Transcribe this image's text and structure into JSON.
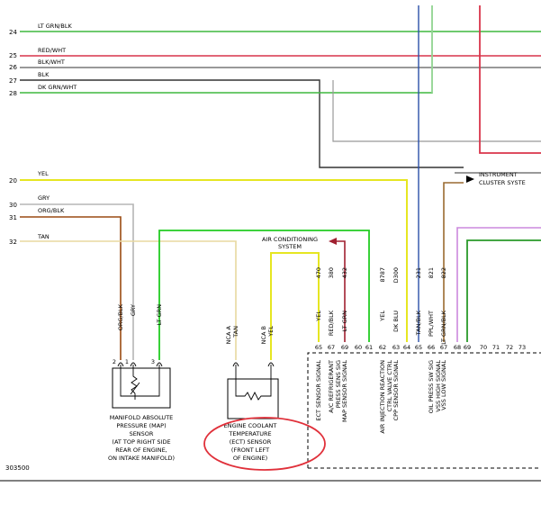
{
  "left_circuits": [
    {
      "num": "24",
      "label": "LT GRN/BLK",
      "color": "#3fb93f"
    },
    {
      "num": "25",
      "label": "RED/WHT",
      "color": "#d9344a"
    },
    {
      "num": "26",
      "label": "BLK/WHT",
      "color": "#333333"
    },
    {
      "num": "27",
      "label": "BLK",
      "color": "#333333"
    },
    {
      "num": "28",
      "label": "DK GRN/WHT",
      "color": "#3fb93f"
    },
    {
      "num": "20",
      "label": "YEL",
      "color": "#e6e622"
    },
    {
      "num": "30",
      "label": "GRY",
      "color": "#b5b5b5"
    },
    {
      "num": "31",
      "label": "ORG/BLK",
      "color": "#9a4a12"
    },
    {
      "num": "32",
      "label": "TAN",
      "color": "#e8d8a0"
    }
  ],
  "instrument_cluster": "INSTRUMENT\nCLUSTER SYSTE",
  "ac_system": "AIR CONDITIONING\nSYSTEM",
  "map_sensor": {
    "wire_labels": [
      "ORG/BLK",
      "GRY",
      "LT GRN"
    ],
    "pins": [
      "2",
      "1",
      "3"
    ],
    "caption": "MANIFOLD ABSOLUTE\nPRESSURE (MAP)\nSENSOR\n(AT TOP RIGHT SIDE\nREAR OF ENGINE,\nON INTAKE MANIFOLD)"
  },
  "ect_sensor": {
    "wire_labels": [
      "TAN",
      "YEL"
    ],
    "pins": [
      "NCA A",
      "NCA B"
    ],
    "caption": "ENGINE COOLANT\nTEMPERATURE\n(ECT) SENSOR\n(FRONT LEFT\nOF ENGINE)"
  },
  "pcm_wires": [
    {
      "circuit": "470",
      "color_label": "YEL",
      "pin": "65",
      "signal": "ECT SENSOR SIGNAL"
    },
    {
      "circuit": "380",
      "color_label": "RED/BLK",
      "pin": "67",
      "signal": "A/C REFRIGERANT\nPRESS SENS SIG"
    },
    {
      "circuit": "432",
      "color_label": "LT GRN",
      "pin": "69",
      "signal": "MAP SENSOR SIGNAL"
    },
    {
      "circuit": "",
      "color_label": "",
      "pin": "60",
      "signal": ""
    },
    {
      "circuit": "",
      "color_label": "",
      "pin": "61",
      "signal": ""
    },
    {
      "circuit": "8787",
      "color_label": "YEL",
      "pin": "62",
      "signal": "AIR INJECTION REACTION\nCTRL VALVE CTRL"
    },
    {
      "circuit": "D300",
      "color_label": "DK BLU",
      "pin": "63",
      "signal": "CPP SENSOR SIGNAL"
    },
    {
      "circuit": "",
      "color_label": "",
      "pin": "64",
      "signal": ""
    },
    {
      "circuit": "231",
      "color_label": "TAN/BLK",
      "pin": "65",
      "signal": ""
    },
    {
      "circuit": "821",
      "color_label": "PPL/WHT",
      "pin": "66",
      "signal": "OIL PRESS SW SIG\nVSS HIGH SIGNAL"
    },
    {
      "circuit": "822",
      "color_label": "LT GRN/BLK",
      "pin": "67",
      "signal": "VSS LOW SIGNAL"
    },
    {
      "circuit": "",
      "color_label": "",
      "pin": "68",
      "signal": ""
    },
    {
      "circuit": "",
      "color_label": "",
      "pin": "69",
      "signal": ""
    },
    {
      "circuit": "",
      "color_label": "",
      "pin": "70",
      "signal": ""
    },
    {
      "circuit": "",
      "color_label": "",
      "pin": "71",
      "signal": ""
    },
    {
      "circuit": "",
      "color_label": "",
      "pin": "72",
      "signal": ""
    },
    {
      "circuit": "",
      "color_label": "",
      "pin": "73",
      "signal": ""
    }
  ],
  "figure_id": "303500",
  "wire_colors": {
    "yellow": "#e6e622",
    "green": "#3fb93f",
    "red": "#d9344a",
    "black": "#333333",
    "gray": "#b5b5b5",
    "orange_black": "#9a4a12",
    "tan": "#e8d8a0",
    "blue": "#2a4fa8",
    "purple": "#cc88dd",
    "highlight": "#e0303a"
  }
}
